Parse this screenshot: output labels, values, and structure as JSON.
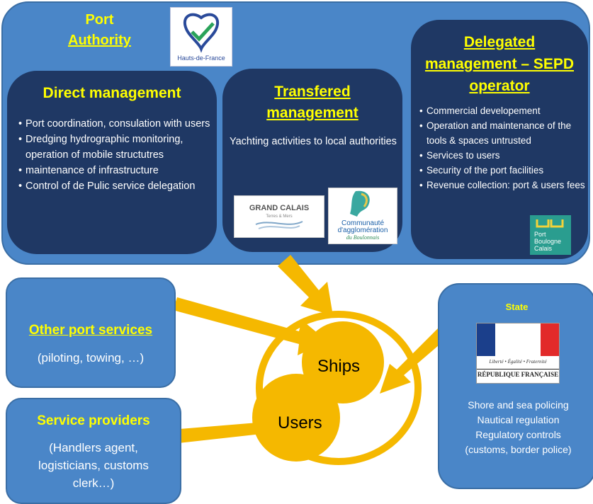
{
  "port_authority": {
    "title_line1": "Port",
    "title_line2": "Authority",
    "logo_text": "Hauts-de-France"
  },
  "direct_management": {
    "title": "Direct management",
    "items": [
      "Port coordination, consulation with users",
      "Dredging hydrographic monitoring, operation of mobile structutres",
      " maintenance of infrastructure",
      "Control of de Pulic service delegation"
    ]
  },
  "transfered_management": {
    "title_line1": "Transfered",
    "title_line2": "management",
    "text": "Yachting activities to local authorities",
    "logo_grand_calais": "GRAND CALAIS",
    "logo_grand_calais_sub": "Terres & Mers",
    "logo_ca_line1": "Communauté",
    "logo_ca_line2": "d'agglomération",
    "logo_ca_line3": "du Boulonnais"
  },
  "delegated": {
    "title_line1": "Delegated",
    "title_line2": "management – SEPD",
    "title_line3": "operator",
    "items": [
      "Commercial developement",
      "Operation and maintenance of the tools & spaces untrusted",
      "Services to users",
      "Security of the port facilities",
      "Revenue collection: port & users fees"
    ],
    "logo_line1": "Port",
    "logo_line2": "Boulogne",
    "logo_line3": "Calais"
  },
  "other_port_services": {
    "title": "Other port services",
    "text": "(piloting, towing, …)"
  },
  "service_providers": {
    "title": "Service providers",
    "text": "(Handlers agent, logisticians, customs clerk…)"
  },
  "state": {
    "title": "State",
    "motto": "Liberté • Égalité • Fraternité",
    "republic": "RÉPUBLIQUE FRANÇAISE",
    "lines": [
      "Shore and sea policing",
      "Nautical regulation",
      "Regulatory controls",
      "(customs, border police)"
    ]
  },
  "center": {
    "ships": "Ships",
    "users": "Users"
  },
  "colors": {
    "light_blue": "#4a86c8",
    "dark_blue": "#1f3864",
    "yellow_text": "#ffff00",
    "orange_arrow": "#f5b800"
  }
}
